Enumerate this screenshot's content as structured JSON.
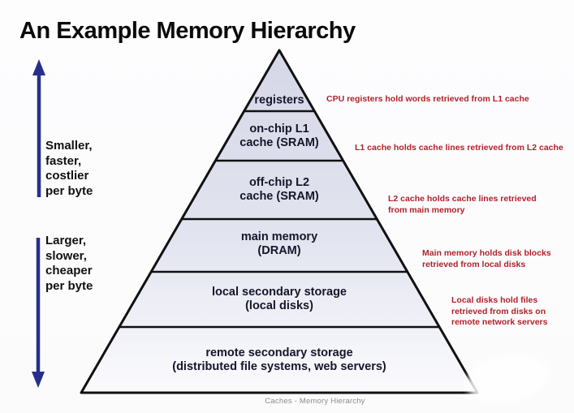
{
  "title": "An Example Memory Hierarchy",
  "caption": "Caches - Memory Hierarchy",
  "colors": {
    "annotation_red": "#b1212a",
    "arrow_navy": "#26308c",
    "pyramid_fill_top": "#d6d8e8",
    "pyramid_fill_bottom": "#fbfbfe",
    "outline_black": "#111111",
    "level_text": "#15152b"
  },
  "side_labels": {
    "top": "Smaller,\nfaster,\ncostlier\nper byte",
    "bottom": "Larger,\nslower,\ncheaper\nper byte"
  },
  "levels": [
    {
      "label": "registers"
    },
    {
      "label": "on-chip L1\ncache (SRAM)"
    },
    {
      "label": "off-chip L2\ncache (SRAM)"
    },
    {
      "label": "main memory\n(DRAM)"
    },
    {
      "label": "local secondary storage\n(local disks)"
    },
    {
      "label": "remote secondary storage\n(distributed file systems, web servers)"
    }
  ],
  "annotations": [
    "CPU registers hold words retrieved from L1 cache",
    "L1 cache holds cache lines retrieved from L2 cache",
    "L2 cache holds cache lines retrieved\nfrom main memory",
    "Main memory holds disk blocks\nretrieved from local disks",
    "Local disks hold files\nretrieved from disks on\nremote network servers"
  ]
}
